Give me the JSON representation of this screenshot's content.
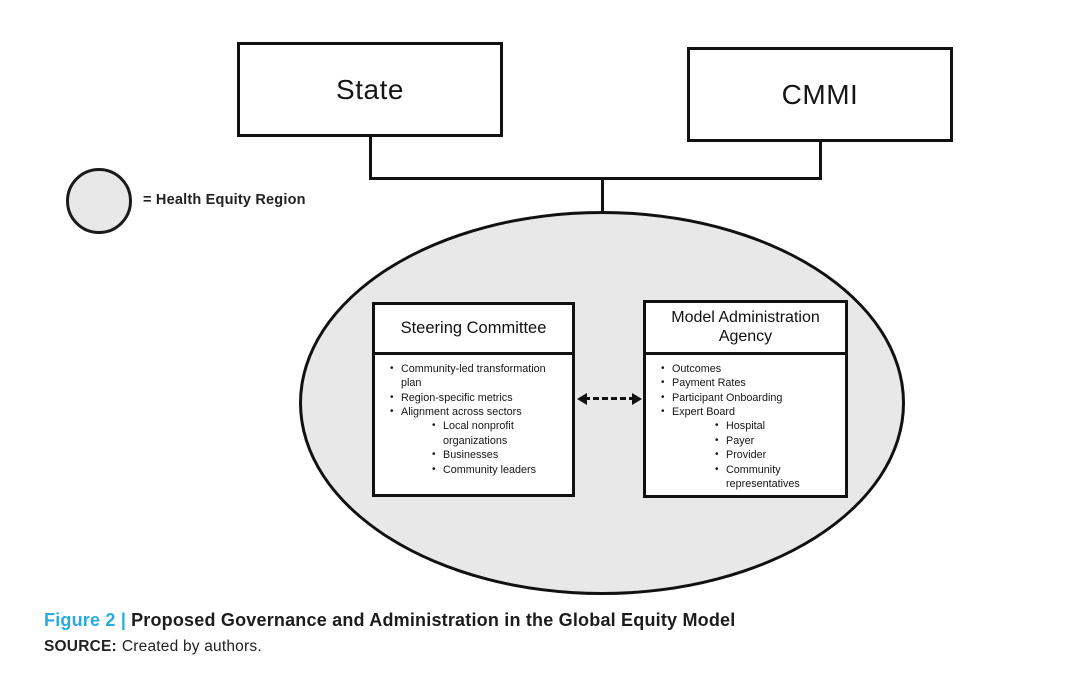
{
  "palette": {
    "accent": "#29abe2",
    "region_fill": "#e8e8e8",
    "line_color": "#111111",
    "background": "#ffffff"
  },
  "top_boxes": [
    {
      "label": "State"
    },
    {
      "label": "CMMI"
    }
  ],
  "legend": {
    "symbol": "health-equity-region-circle",
    "label": "= Health Equity Region"
  },
  "region": {
    "connector": "bidirectional-dashed-arrow",
    "steering_committee": {
      "title": "Steering Committee",
      "items": [
        {
          "text": "Community-led transformation plan"
        },
        {
          "text": "Region-specific metrics"
        },
        {
          "text": "Alignment across sectors",
          "children": [
            "Local nonprofit organizations",
            "Businesses",
            "Community leaders"
          ]
        }
      ]
    },
    "model_administration_agency": {
      "title": "Model Administration Agency",
      "items": [
        {
          "text": "Outcomes"
        },
        {
          "text": "Payment Rates"
        },
        {
          "text": "Participant Onboarding"
        },
        {
          "text": "Expert Board",
          "children": [
            "Hospital",
            "Payer",
            "Provider",
            "Community representatives"
          ]
        }
      ]
    }
  },
  "caption": {
    "figure_label": "Figure 2 |",
    "title": "Proposed Governance and Administration in the Global Equity Model",
    "source_label": "SOURCE:",
    "source_text": "Created by authors."
  }
}
